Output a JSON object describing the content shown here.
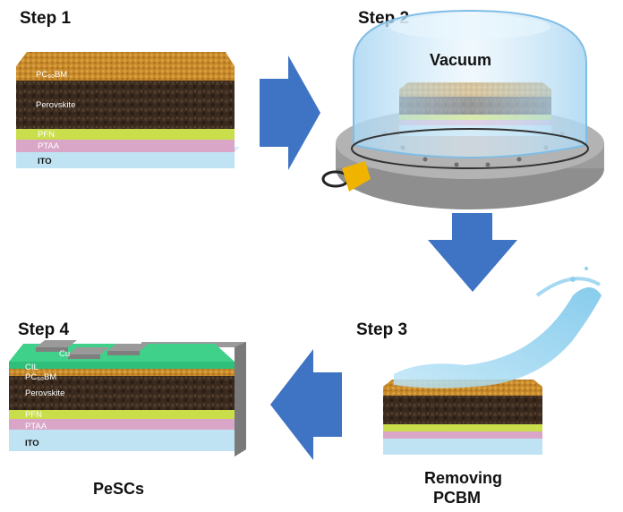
{
  "steps": {
    "step1": "Step 1",
    "step2": "Step 2",
    "step3": "Step 3",
    "step4": "Step 4"
  },
  "step1_layers": {
    "pcbm": "PC₆₀BM",
    "perovskite": "Perovskite",
    "pfn": "PFN",
    "ptaa": "PTAA",
    "ito": "ITO"
  },
  "step2": {
    "chamber_label": "Vacuum"
  },
  "step3": {
    "caption_line1": "Removing",
    "caption_line2": "PCBM"
  },
  "step4_layers": {
    "cu": "Cu",
    "cil": "CIL",
    "pcbm": "PC₆₀BM",
    "perovskite": "Perovskite",
    "pfn": "PFN",
    "ptaa": "PTAA",
    "ito": "ITO"
  },
  "step4": {
    "caption": "PeSCs"
  },
  "colors": {
    "arrow": "#3f73c4",
    "pcbm": "#c88a2a",
    "perovskite": "#3a2a1e",
    "pfn": "#c9de4a",
    "ptaa": "#d9a6c8",
    "ito": "#bfe3f3",
    "cil": "#2fbf7a",
    "cu": "#9a9a9a",
    "glass": "#cfe8f8",
    "base": "#9c9c9c",
    "valve": "#f0b400"
  }
}
